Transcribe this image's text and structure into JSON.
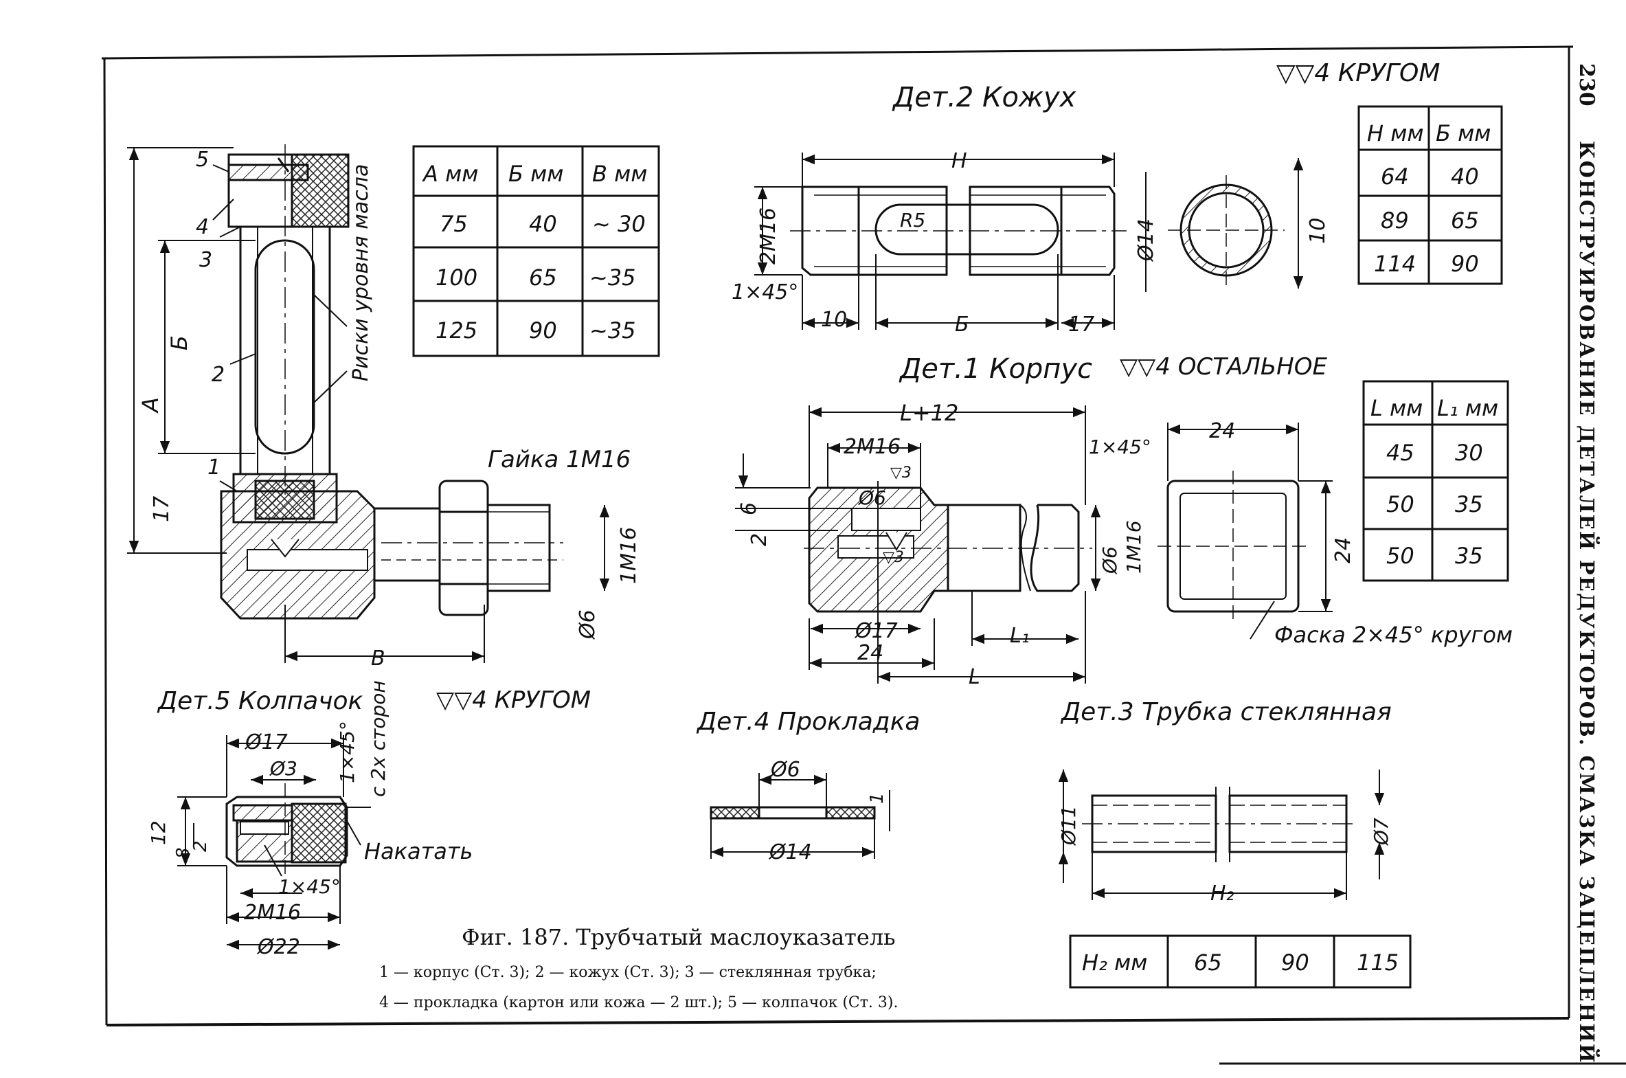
{
  "page_number": "230",
  "running_head": "КОНСТРУИРОВАНИЕ ДЕТАЛЕЙ РЕДУКТОРОВ. СМАЗКА ЗАЦЕПЛЕНИЙ",
  "assembly": {
    "part_callouts": [
      "5",
      "4",
      "3",
      "2",
      "1"
    ],
    "dims": {
      "A": "А",
      "B": "Б",
      "h17": "17",
      "V": "В",
      "thread": "1M16",
      "bore": "Ø6"
    },
    "marks_label": "Риски уровня масла",
    "nut_label": "Гайка 1М16"
  },
  "table_abv": {
    "headers": [
      "А мм",
      "Б мм",
      "В мм"
    ],
    "rows": [
      [
        "75",
        "40",
        "~ 30"
      ],
      [
        "100",
        "65",
        "~35"
      ],
      [
        "125",
        "90",
        "~35"
      ]
    ]
  },
  "det2": {
    "title": "Дет.2 Кожух",
    "finish": "▽▽4 КРУГОМ",
    "dims": {
      "H": "H",
      "thread": "2M16",
      "chamfer": "1×45°",
      "d10": "10",
      "B": "Б",
      "d17": "17",
      "dia14": "Ø14",
      "r5": "R5",
      "sec10": "10"
    },
    "table": {
      "headers": [
        "Н мм",
        "Б мм"
      ],
      "rows": [
        [
          "64",
          "40"
        ],
        [
          "89",
          "65"
        ],
        [
          "114",
          "90"
        ]
      ]
    }
  },
  "det1": {
    "title": "Дет.1 Корпус",
    "finish": "▽▽4 ОСТАЛЬНОЕ",
    "dims": {
      "L12": "L+12",
      "thread": "2M16",
      "d6": "Ø6",
      "v3a": "▽3",
      "v3b": "▽3",
      "h6": "6",
      "h2": "2",
      "d17": "Ø17",
      "w24": "24",
      "L": "L",
      "L1": "L₁",
      "cham": "1×45°",
      "top24": "24",
      "side24": "24",
      "d6b": "Ø6",
      "m16": "1M16"
    },
    "chamfer_note": "Фаска 2×45° кругом",
    "table": {
      "headers": [
        "L мм",
        "L₁ мм"
      ],
      "rows": [
        [
          "45",
          "30"
        ],
        [
          "50",
          "35"
        ],
        [
          "50",
          "35"
        ]
      ]
    }
  },
  "det5": {
    "title": "Дет.5 Колпачок",
    "finish": "▽▽4 КРУГОМ",
    "dims": {
      "d17": "Ø17",
      "d3": "Ø3",
      "cham": "1×45°",
      "sides": "с 2х сторон",
      "h12": "12",
      "h8": "8",
      "h2": "2",
      "cham2": "1×45°",
      "thread": "2M16",
      "d22": "Ø22"
    },
    "knurl": "Накатать"
  },
  "det4": {
    "title": "Дет.4 Прокладка",
    "dims": {
      "d6": "Ø6",
      "d14": "Ø14",
      "t1": "1"
    }
  },
  "det3": {
    "title": "Дет.3 Трубка стеклянная",
    "dims": {
      "d11": "Ø11",
      "d7": "Ø7",
      "H2": "H₂"
    },
    "table": {
      "header": "H₂ мм",
      "values": [
        "65",
        "90",
        "115"
      ]
    }
  },
  "caption": {
    "title": "Фиг. 187. Трубчатый маслоуказатель",
    "line1": "1 — корпус (Ст. 3); 2 — кожух (Ст. 3); 3 — стеклянная трубка;",
    "line2": "4 — прокладка (картон или кожа — 2 шт.); 5 — колпачок (Ст. 3)."
  }
}
